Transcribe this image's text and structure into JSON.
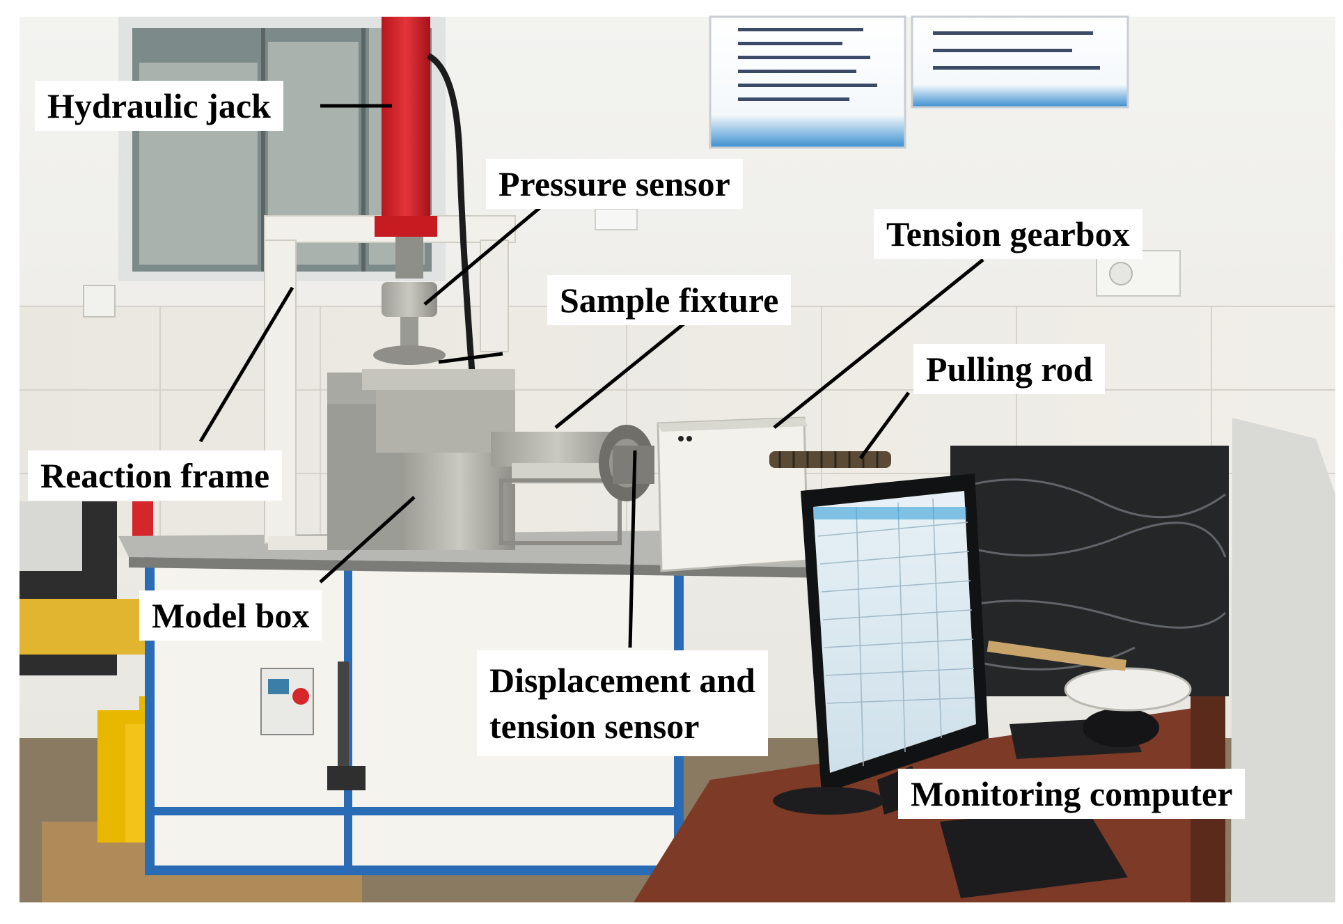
{
  "labels": {
    "hydraulic_jack": "Hydraulic jack",
    "pressure_sensor": "Pressure sensor",
    "tension_gearbox": "Tension gearbox",
    "sample_fixture": "Sample fixture",
    "pulling_rod": "Pulling rod",
    "reaction_frame": "Reaction frame",
    "model_box": "Model box",
    "displacement_line1": "Displacement and",
    "displacement_line2": "tension sensor",
    "monitoring_computer": "Monitoring computer"
  },
  "colors": {
    "jack_red": "#d8232a",
    "table_blue": "#2a6bb5",
    "wall": "#ecebe6",
    "metal": "#b9b8b0"
  }
}
